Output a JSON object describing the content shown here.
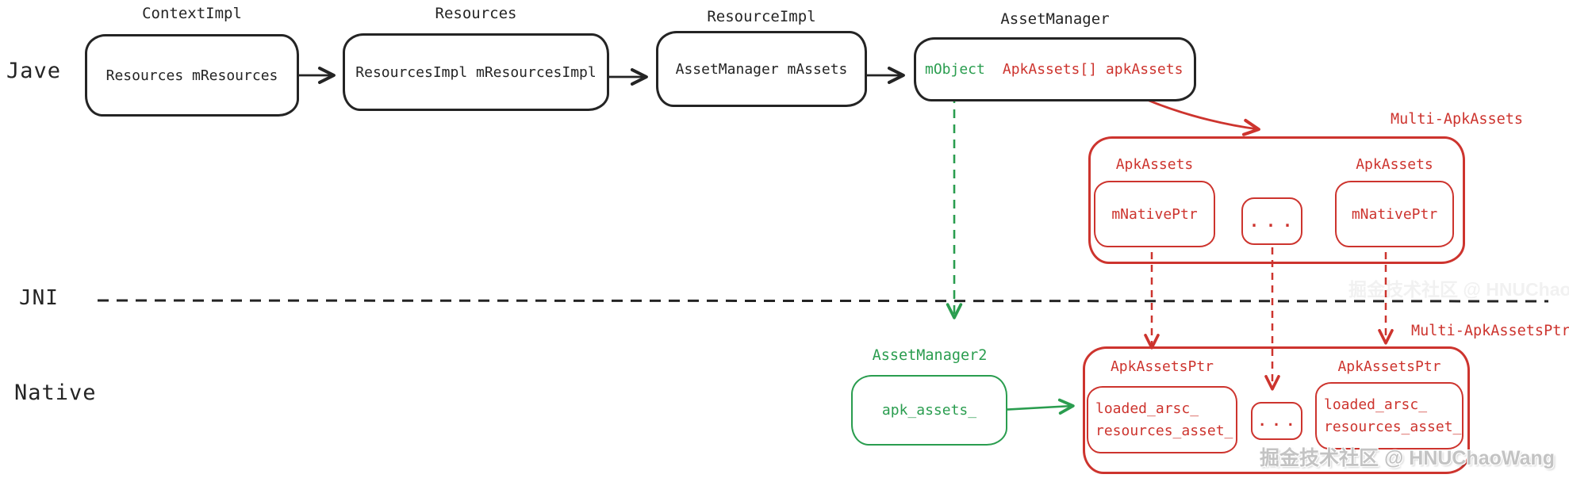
{
  "colors": {
    "ink": "#242424",
    "red": "#cd342e",
    "green": "#2a9d4f",
    "watermark_gray": "#c3c3c3"
  },
  "row_labels": {
    "java": "Jave",
    "jni": "JNI",
    "native": "Native"
  },
  "java_layer": {
    "boxes": [
      {
        "title": "ContextImpl",
        "field": "Resources mResources"
      },
      {
        "title": "Resources",
        "field": "ResourcesImpl mResourcesImpl"
      },
      {
        "title": "ResourceImpl",
        "field": "AssetManager mAssets"
      },
      {
        "title": "AssetManager",
        "field_jni_ref": "mObject",
        "field_assets": "ApkAssets[] apkAssets"
      }
    ]
  },
  "multi_apk_assets": {
    "label": "Multi-ApkAssets",
    "items": [
      {
        "title": "ApkAssets",
        "field": "mNativePtr"
      },
      {
        "ellipsis": "..."
      },
      {
        "title": "ApkAssets",
        "field": "mNativePtr"
      }
    ]
  },
  "native_layer": {
    "asset_manager2": {
      "title": "AssetManager2",
      "field": "apk_assets_"
    },
    "multi_apk_assets_ptr": {
      "label": "Multi-ApkAssetsPtr",
      "items": [
        {
          "title": "ApkAssetsPtr",
          "fields": [
            "loaded_arsc_",
            "resources_asset_"
          ]
        },
        {
          "ellipsis": "..."
        },
        {
          "title": "ApkAssetsPtr",
          "fields": [
            "loaded_arsc_",
            "resources_asset_"
          ]
        }
      ]
    }
  },
  "watermark": {
    "text": "掘金技术社区 @ HNUChaoWang"
  }
}
